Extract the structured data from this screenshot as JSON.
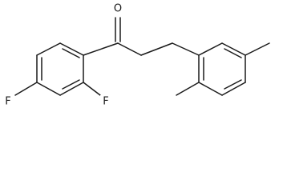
{
  "atom_labels": {
    "carbonyl_oxygen": "O",
    "fluorine_para": "F",
    "fluorine_ortho": "F"
  }
}
